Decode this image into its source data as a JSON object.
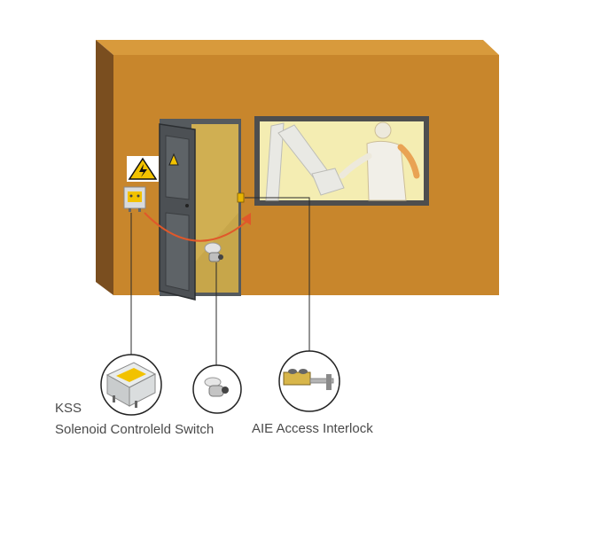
{
  "labels": {
    "kss_code": "KSS",
    "kss_name": "Solenoid Controleld Switch",
    "aie_name": "AIE Access Interlock"
  },
  "colors": {
    "wall_front": "#C8862C",
    "wall_side": "#7A4E1F",
    "wall_top": "#D89A3C",
    "door": "#555A5E",
    "window_frame": "#4E4E4E",
    "window_glass": "#F4EDB2",
    "arrow": "#E0582A",
    "leader_line": "#2A2A2A",
    "warning_yellow": "#F2C200"
  },
  "icons": {
    "warning": "high-voltage-warning-icon",
    "switch": "solenoid-switch-icon",
    "actuator": "key-actuator-icon",
    "interlock": "access-interlock-icon"
  }
}
